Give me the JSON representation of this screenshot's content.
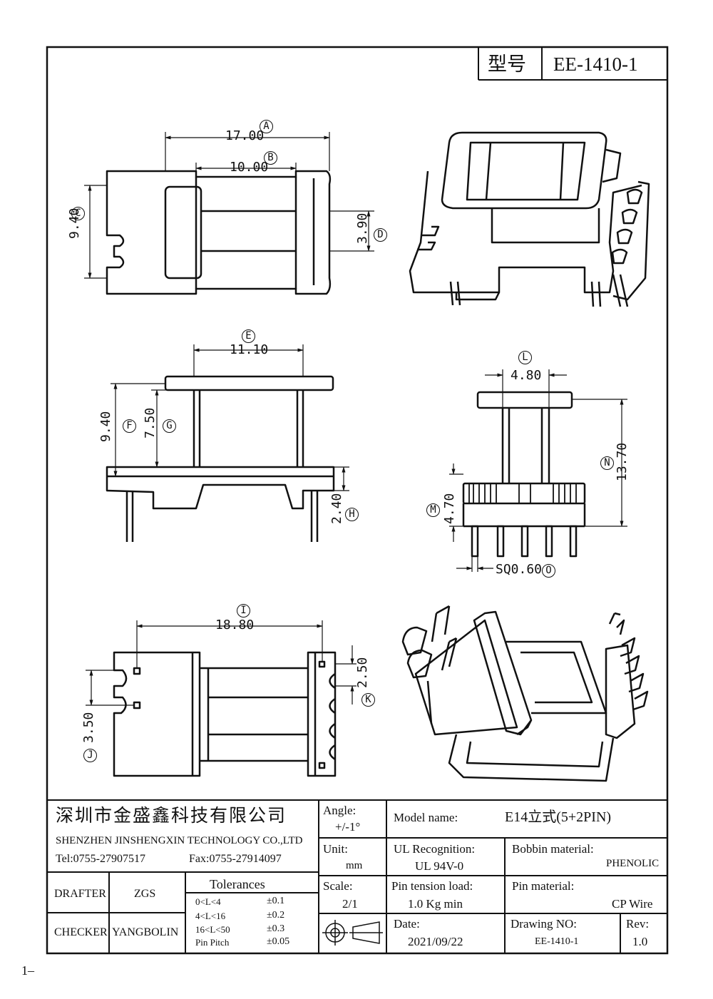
{
  "header": {
    "model_label": "型号",
    "model_value": "EE-1410-1"
  },
  "dimensions": {
    "A": {
      "value": "17.00",
      "letter": "A"
    },
    "B": {
      "value": "10.00",
      "letter": "B"
    },
    "C": {
      "value": "9.40",
      "letter": "C"
    },
    "D": {
      "value": "3.90",
      "letter": "D"
    },
    "E": {
      "value": "11.10",
      "letter": "E"
    },
    "F": {
      "value": "9.40",
      "letter": "F"
    },
    "G": {
      "value": "7.50",
      "letter": "G"
    },
    "H": {
      "value": "2.40",
      "letter": "H"
    },
    "L": {
      "value": "4.80",
      "letter": "L"
    },
    "M": {
      "value": "4.70",
      "letter": "M"
    },
    "N": {
      "value": "13.70",
      "letter": "N"
    },
    "O": {
      "value": "SQ0.60",
      "letter": "O"
    },
    "I": {
      "value": "18.80",
      "letter": "I"
    },
    "J": {
      "value": "3.50",
      "letter": "J"
    },
    "K": {
      "value": "2.50",
      "letter": "K"
    }
  },
  "title_block": {
    "company_cn": "深圳市金盛鑫科技有限公司",
    "company_en": "SHENZHEN JINSHENGXIN TECHNOLOGY CO.,LTD",
    "tel": "Tel:0755-27907517",
    "fax": "Fax:0755-27914097",
    "angle_label": "Angle:",
    "angle_value": "+/-1°",
    "unit_label": "Unit:",
    "unit_value": "mm",
    "scale_label": "Scale:",
    "scale_value": "2/1",
    "model_name_label": "Model name:",
    "model_name_value": "E14立式(5+2PIN)",
    "ul_label": "UL Recognition:",
    "ul_value": "UL 94V-0",
    "bobbin_label": "Bobbin material:",
    "bobbin_value": "PHENOLIC",
    "pin_tension_label": "Pin tension load:",
    "pin_tension_value": "1.0 Kg min",
    "pin_material_label": "Pin material:",
    "pin_material_value": "CP Wire",
    "date_label": "Date:",
    "date_value": "2021/09/22",
    "drawing_no_label": "Drawing NO:",
    "drawing_no_value": "EE-1410-1",
    "rev_label": "Rev:",
    "rev_value": "1.0",
    "drafter_label": "DRAFTER",
    "drafter_value": "ZGS",
    "checker_label": "CHECKER",
    "checker_value": "YANGBOLIN",
    "tolerances_title": "Tolerances",
    "tolerances": [
      {
        "range": "0<L<4",
        "tol": "±0.1"
      },
      {
        "range": "4<L<16",
        "tol": "±0.2"
      },
      {
        "range": "16<L<50",
        "tol": "±0.3"
      },
      {
        "range": "Pin Pitch",
        "tol": "±0.05"
      }
    ]
  },
  "page_footer": "1–"
}
